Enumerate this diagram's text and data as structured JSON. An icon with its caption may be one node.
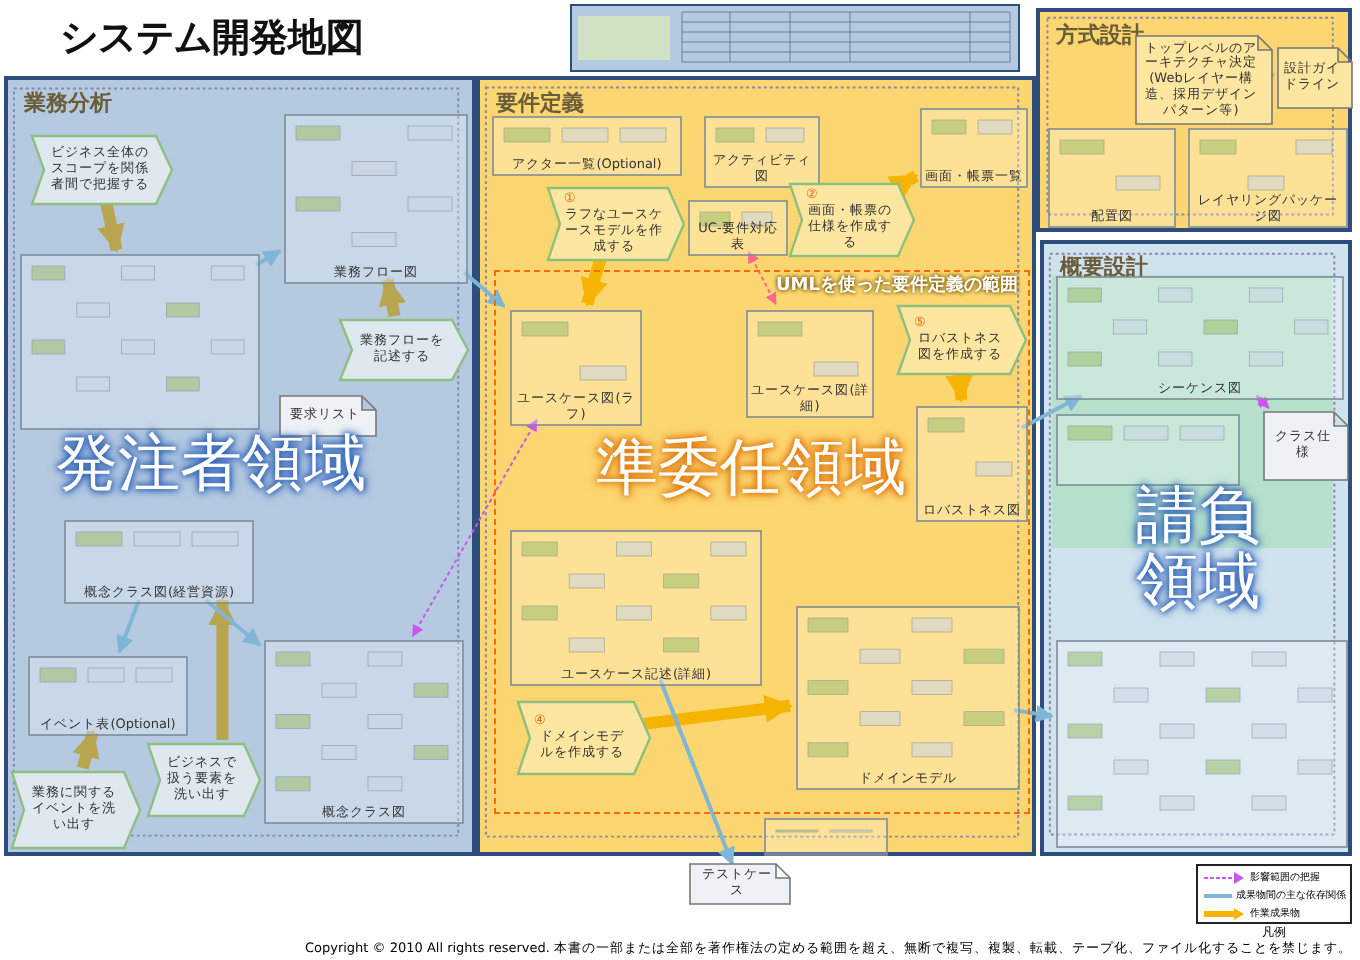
{
  "diagram": {
    "title": "システム開発地図",
    "nodes": [
      {
        "text": [
          "業務分析"
        ]
      },
      {
        "text": [
          "要件定義"
        ]
      },
      {
        "text": [
          "方式設計"
        ]
      },
      {
        "text": [
          "概要設計"
        ]
      },
      {
        "text": [
          "UMLを使った要件定義の範囲"
        ],
        "in": 1
      },
      {
        "text": [
          "ビジネス全体のスコープを関係者間で把握する"
        ],
        "in": 0
      },
      {
        "text": [
          "業務フロー図"
        ],
        "in": 0
      },
      {
        "text": [],
        "shape": "picture",
        "in": 0
      },
      {
        "text": [
          "業務フローを記述する"
        ],
        "in": 0
      },
      {
        "text": [
          "要求リスト"
        ],
        "in": 0
      },
      {
        "text": [
          "概念クラス図(経営資源)"
        ],
        "in": 0
      },
      {
        "text": [
          "イベント表(Optional)"
        ],
        "in": 0
      },
      {
        "text": [
          "業務に関するイベントを洗い出す"
        ],
        "in": 0
      },
      {
        "text": [
          "ビジネスで扱う要素を洗い出す"
        ],
        "in": 0
      },
      {
        "text": [
          "概念クラス図"
        ],
        "in": 0
      },
      {
        "text": [
          "アクター一覧(Optional)"
        ],
        "in": 1
      },
      {
        "text": [
          "①",
          "ラフなユースケースモデルを作成する"
        ],
        "in": 1
      },
      {
        "text": [
          "ユースケース図(ラフ)"
        ],
        "in": 4
      },
      {
        "text": [
          "アクティビティ図"
        ],
        "in": 1
      },
      {
        "text": [
          "②",
          "画面・帳票の仕様を作成する"
        ],
        "in": 1
      },
      {
        "text": [
          "画面・帳票一覧"
        ],
        "in": 1
      },
      {
        "text": [
          "UC-要件対応表"
        ],
        "in": 1
      },
      {
        "text": [
          "ユースケース図(詳細)"
        ],
        "in": 4
      },
      {
        "text": [
          "⑤",
          "ロバストネス図を作成する"
        ],
        "in": 4
      },
      {
        "text": [
          "ロバストネス図"
        ],
        "in": 4
      },
      {
        "text": [
          "ユースケース記述(詳細)"
        ],
        "in": 4
      },
      {
        "text": [
          "④",
          "ドメインモデルを作成する"
        ],
        "in": 4
      },
      {
        "text": [
          "ドメインモデル"
        ],
        "in": 4
      },
      {
        "text": [],
        "shape": "picture",
        "in": 1
      },
      {
        "text": [
          "トップレベルのアーキテクチャ決定(Webレイヤー構造、採用デザインパターン等)"
        ],
        "in": 2
      },
      {
        "text": [
          "設計ガイドライン"
        ],
        "in": 2
      },
      {
        "text": [
          "配置図"
        ],
        "in": 2
      },
      {
        "text": [
          "レイヤリングパッケージ図"
        ],
        "in": 2
      },
      {
        "text": [
          "シーケンス図"
        ],
        "in": 3
      },
      {
        "text": [],
        "shape": "picture",
        "in": 3
      },
      {
        "text": [
          "クラス仕様"
        ],
        "in": 3
      },
      {
        "text": [],
        "shape": "picture",
        "in": 3
      },
      {
        "text": [
          "テストケース"
        ]
      }
    ],
    "edges": [
      {
        "from": 5,
        "to": 7,
        "arrow": "to",
        "style": "thick",
        "color": "#b8a550"
      },
      {
        "from": 7,
        "to": 6,
        "arrow": "to"
      },
      {
        "from": 8,
        "to": 6,
        "arrow": "to",
        "style": "thick",
        "color": "#b8a550"
      },
      {
        "from": 12,
        "to": 11,
        "arrow": "to",
        "style": "thick",
        "color": "#b8a550"
      },
      {
        "from": 13,
        "to": 10,
        "arrow": "to",
        "style": "thick",
        "color": "#b8a550"
      },
      {
        "from": 10,
        "to": 11,
        "arrow": "to"
      },
      {
        "from": 10,
        "to": 14,
        "arrow": "to"
      },
      {
        "from": 6,
        "to": 17,
        "arrow": "to"
      },
      {
        "from": 16,
        "to": 17,
        "arrow": "to",
        "style": "thick",
        "color": "#f5b400"
      },
      {
        "from": 19,
        "to": 20,
        "arrow": "to",
        "style": "thick",
        "color": "#f5b400"
      },
      {
        "from": 23,
        "to": 24,
        "arrow": "to",
        "style": "thick",
        "color": "#f5b400"
      },
      {
        "from": 26,
        "to": 27,
        "arrow": "to",
        "style": "thick",
        "color": "#f5b400"
      },
      {
        "from": 29,
        "to": 30,
        "arrow": "to",
        "color": "#a8c98a"
      },
      {
        "from": 29,
        "to": 31,
        "arrow": "to",
        "color": "#a8c98a"
      },
      {
        "from": 29,
        "to": 32,
        "arrow": "to",
        "color": "#a8c98a"
      },
      {
        "from": 24,
        "to": 33,
        "arrow": "to"
      },
      {
        "from": 27,
        "to": 36,
        "arrow": "to"
      },
      {
        "from": 25,
        "to": 37,
        "arrow": "to"
      },
      {
        "from": 17,
        "to": 14,
        "arrow": "both",
        "style": "dashed",
        "color": "#cc55ee"
      },
      {
        "from": 21,
        "to": 22,
        "arrow": "both",
        "style": "dashed",
        "color": "#ff6688"
      },
      {
        "from": 33,
        "to": 35,
        "arrow": "both",
        "style": "dashed",
        "color": "#cc55ee"
      }
    ],
    "labels": [
      "発注者領域",
      "準委任領域",
      "請負領域",
      "凡例",
      "Copyright © 2010 All rights reserved. 本書の一部または全部を著作権法の定める範囲を超え、無断で複写、複製、転載、テープ化、ファイル化することを禁じます。"
    ],
    "legend": [
      {
        "text": "影響範囲の把握"
      },
      {
        "text": "成果物間の主な依存関係"
      },
      {
        "text": "作業成果物"
      }
    ]
  }
}
